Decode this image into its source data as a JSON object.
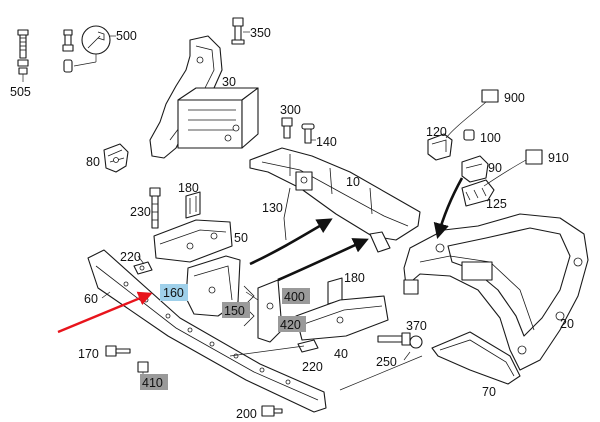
{
  "labels": {
    "l505": "505",
    "l500": "500",
    "l350": "350",
    "l30": "30",
    "l80": "80",
    "l300": "300",
    "l140": "140",
    "l10": "10",
    "l130": "130",
    "l900": "900",
    "l120": "120",
    "l100": "100",
    "l90": "90",
    "l910": "910",
    "l125": "125",
    "l180a": "180",
    "l230": "230",
    "l50": "50",
    "l220a": "220",
    "l60": "60",
    "l160": "160",
    "l150": "150",
    "l400": "400",
    "l180b": "180",
    "l420": "420",
    "l370": "370",
    "l20": "20",
    "l170": "170",
    "l40": "40",
    "l250": "250",
    "l410": "410",
    "l220b": "220",
    "l70": "70",
    "l200": "200"
  },
  "colors": {
    "highlight": "#9fd0ea",
    "callout_grey": "#9a9a9a",
    "pointer_arrow": "#e8141c"
  }
}
